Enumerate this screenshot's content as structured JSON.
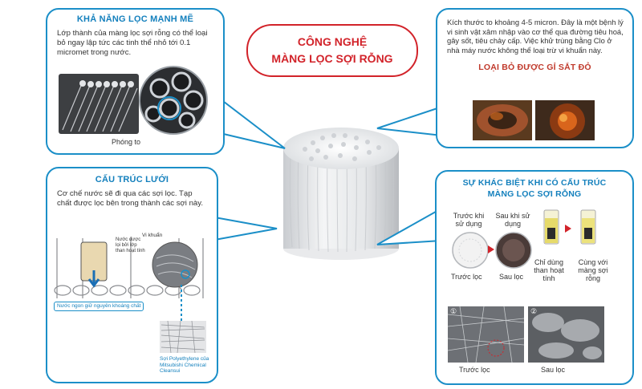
{
  "title": {
    "line1": "CÔNG NGHỆ",
    "line2": "MÀNG LỌC SỢI RỖNG"
  },
  "top_left": {
    "heading": "KHẢ NĂNG LỌC MẠNH MẼ",
    "body": "Lớp thành của màng lọc sợi rỗng có thể loại bỏ ngay lập tức các tinh thể nhỏ tới 0.1 micromet trong nước.",
    "caption": "Phóng to"
  },
  "top_right": {
    "body": "Kích thước to khoảng 4-5 micron. Đây là một bệnh lý vi sinh vật xâm nhập vào cơ thể qua đường tiêu hoá, gây sốt, tiêu chảy cấp. Việc khử trùng bằng Clo ở nhà máy nước không thể loại trừ vi khuẩn này.",
    "heading": "LOẠI BỎ ĐƯỢC GỈ SẮT ĐỎ"
  },
  "bottom_left": {
    "heading": "CẤU TRÚC LƯỚI",
    "body": "Cơ chế nước sẽ đi qua các sợi lọc. Tạp chất được lọc bên trong thành các sợi này.",
    "label_bacteria": "Vi khuẩn",
    "label_water_layer": "Nước được lọi bởi lớp than hoạt tính",
    "label_minerals": "Nước ngon giữ nguyên khoáng chất",
    "label_polyethylene": "Sợi Polyethylene của Mitsubishi Chemical Cleansui"
  },
  "bottom_right": {
    "heading_line1": "SỰ KHÁC BIỆT KHI CÓ CẤU TRÚC",
    "heading_line2": "MÀNG LỌC SỢI RỖNG",
    "before_use": "Trước khi sử dụng",
    "after_use": "Sau khi sử dụng",
    "before_filter": "Trước lọc",
    "after_filter": "Sau lọc",
    "only_carbon": "Chỉ dùng than hoạt tính",
    "with_membrane": "Cùng với màng sợi rỗng",
    "micro_before": "Trước lọc",
    "micro_after": "Sau lọc",
    "micro_num_before": "①",
    "micro_num_after": "②"
  },
  "colors": {
    "accent_blue": "#1480bd",
    "title_red": "#d2232a",
    "rust_heading": "#c0392b"
  }
}
